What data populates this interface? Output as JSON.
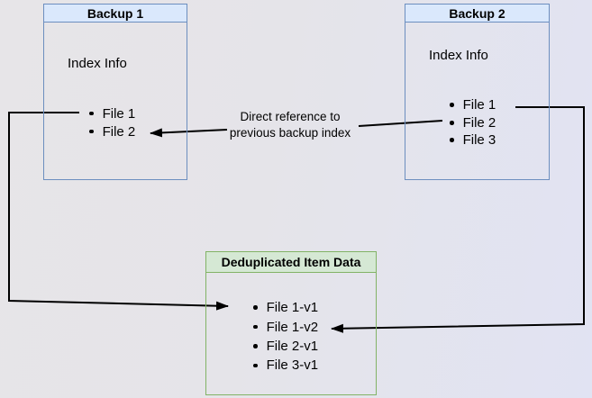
{
  "diagram": {
    "backup1": {
      "title": "Backup 1",
      "subtitle": "Index Info",
      "items": [
        "File 1",
        "File 2"
      ]
    },
    "backup2": {
      "title": "Backup 2",
      "subtitle": "Index Info",
      "items": [
        "File 1",
        "File 2",
        "File 3"
      ]
    },
    "dedup": {
      "title": "Deduplicated Item Data",
      "items": [
        "File 1-v1",
        "File 1-v2",
        "File 2-v1",
        "File 3-v1"
      ]
    },
    "annotation": {
      "line1": "Direct reference to",
      "line2": "previous backup index"
    },
    "colors": {
      "blue_border": "#6c8ebf",
      "blue_fill": "#dae8fc",
      "green_border": "#82b366",
      "green_fill": "#d5e8d4",
      "line": "#000000",
      "background_left": "#e7e5e8",
      "background_right": "#e1e3f3"
    }
  }
}
